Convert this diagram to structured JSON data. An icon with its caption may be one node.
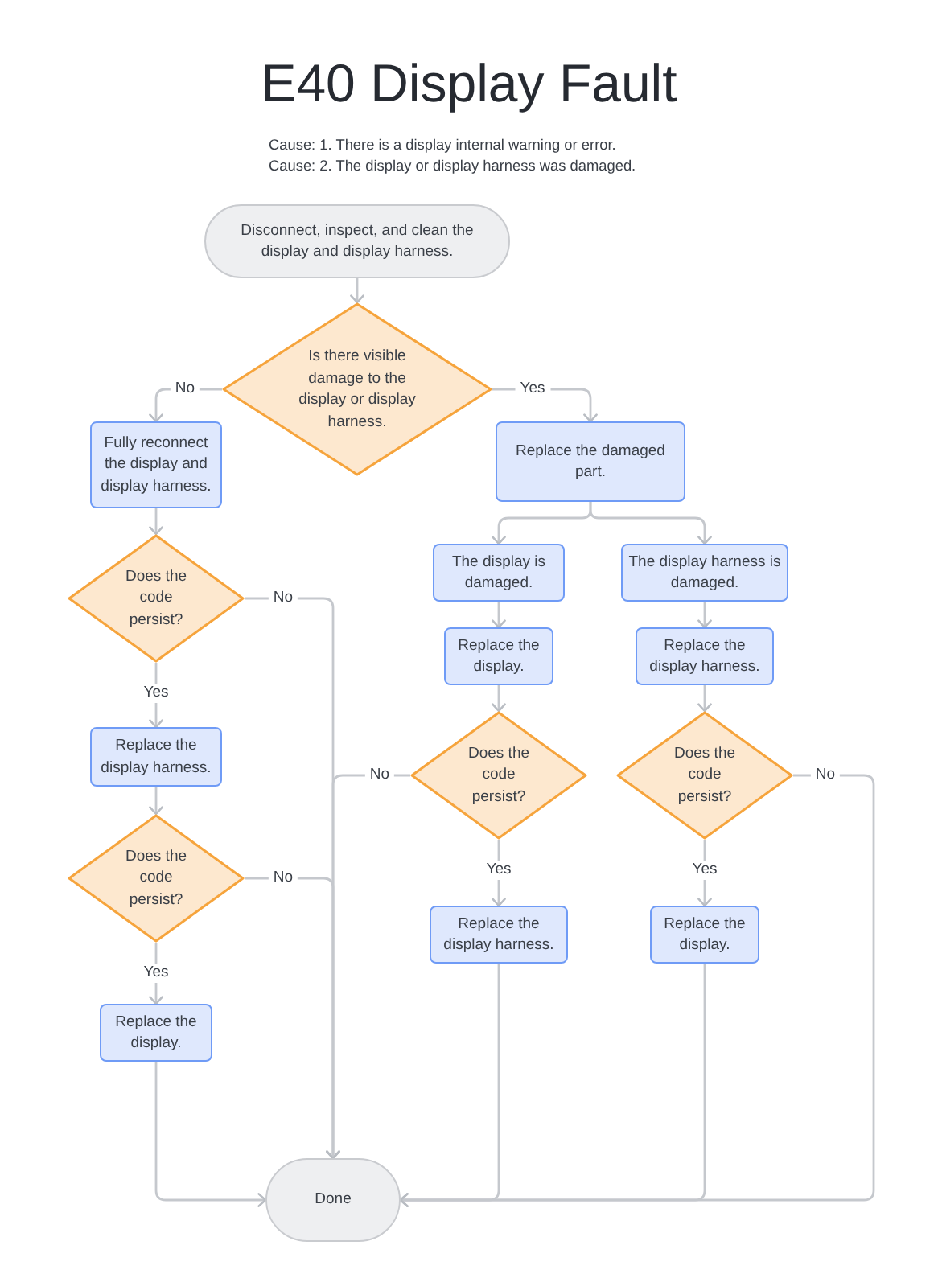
{
  "diagram": {
    "title": "E40 Display Fault",
    "nodes": [
      {
        "text": [
          "Disconnect, inspect, and clean the display and display harness."
        ]
      },
      {
        "text": [
          "Is there visible damage to the display or display harness."
        ]
      },
      {
        "text": [
          "Fully reconnect the display and display harness."
        ]
      },
      {
        "text": [
          "Does the code persist?"
        ]
      },
      {
        "text": [
          "Replace the display harness."
        ]
      },
      {
        "text": [
          "Does the code persist?"
        ]
      },
      {
        "text": [
          "Replace the display."
        ]
      },
      {
        "text": [
          "Replace the damaged part."
        ]
      },
      {
        "text": [
          "The display is damaged."
        ]
      },
      {
        "text": [
          "The display harness is damaged."
        ]
      },
      {
        "text": [
          "Replace the display."
        ]
      },
      {
        "text": [
          "Replace the display harness."
        ]
      },
      {
        "text": [
          "Does the code persist?"
        ]
      },
      {
        "text": [
          "Does the code persist?"
        ]
      },
      {
        "text": [
          "Replace the display harness."
        ]
      },
      {
        "text": [
          "Replace the display."
        ]
      },
      {
        "text": [
          "Done"
        ]
      }
    ],
    "edges": [
      {
        "from": 0,
        "to": 1,
        "arrow": "to"
      },
      {
        "from": 1,
        "to": 2,
        "arrow": "to",
        "label": "No"
      },
      {
        "from": 1,
        "to": 7,
        "arrow": "to",
        "label": "Yes"
      },
      {
        "from": 2,
        "to": 3,
        "arrow": "to"
      },
      {
        "from": 3,
        "to": 4,
        "arrow": "to",
        "label": "Yes"
      },
      {
        "from": 3,
        "to": 16,
        "arrow": "to",
        "label": "No"
      },
      {
        "from": 4,
        "to": 5,
        "arrow": "to"
      },
      {
        "from": 5,
        "to": 6,
        "arrow": "to",
        "label": "Yes"
      },
      {
        "from": 5,
        "to": 16,
        "arrow": "to",
        "label": "No"
      },
      {
        "from": 6,
        "to": 16,
        "arrow": "to"
      },
      {
        "from": 7,
        "to": 8,
        "arrow": "to"
      },
      {
        "from": 7,
        "to": 9,
        "arrow": "to"
      },
      {
        "from": 8,
        "to": 10,
        "arrow": "to"
      },
      {
        "from": 9,
        "to": 11,
        "arrow": "to"
      },
      {
        "from": 10,
        "to": 12,
        "arrow": "to"
      },
      {
        "from": 11,
        "to": 13,
        "arrow": "to"
      },
      {
        "from": 12,
        "to": 14,
        "arrow": "to",
        "label": "Yes"
      },
      {
        "from": 12,
        "to": 16,
        "arrow": "to",
        "label": "No"
      },
      {
        "from": 13,
        "to": 15,
        "arrow": "to",
        "label": "Yes"
      },
      {
        "from": 13,
        "to": 16,
        "arrow": "to",
        "label": "No"
      },
      {
        "from": 14,
        "to": 16,
        "arrow": "to"
      },
      {
        "from": 15,
        "to": 16,
        "arrow": "to"
      }
    ],
    "labels": [
      "Cause: 1. There is a display internal warning or error.",
      "Cause: 2. The display or display harness was damaged."
    ]
  }
}
